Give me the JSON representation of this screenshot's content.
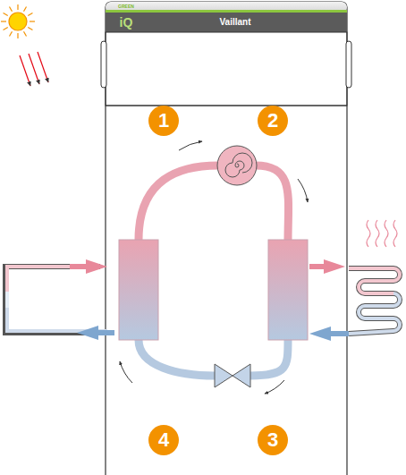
{
  "diagram": {
    "labels": [
      "GREEN",
      "iQ",
      "Vaillant",
      "1",
      "2",
      "3",
      "4"
    ]
  }
}
